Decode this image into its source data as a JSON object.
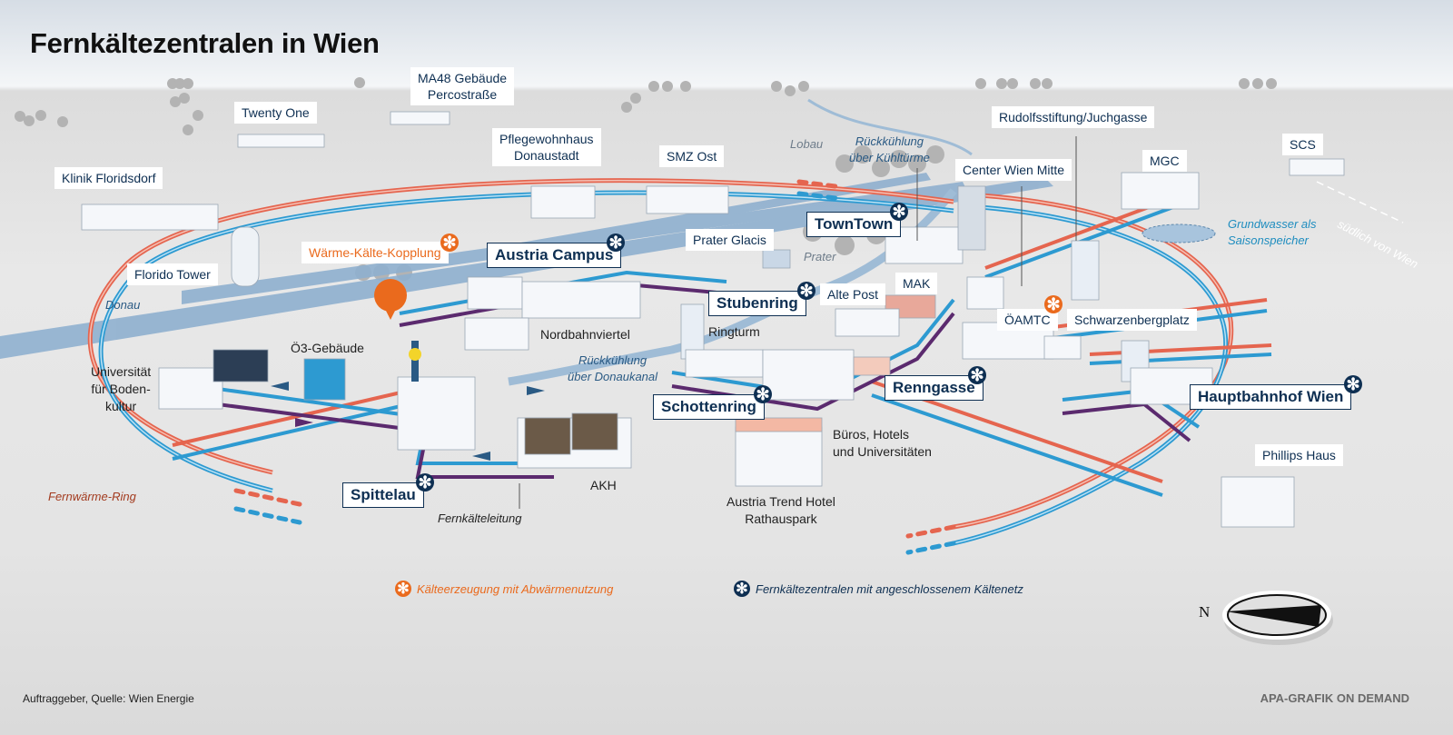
{
  "title": "Fernkältezentralen in Wien",
  "colors": {
    "navy": "#0e2f52",
    "orange": "#ea6a1d",
    "heat_ring_red": "#e5654f",
    "cold_blue": "#2d9ad1",
    "return_purple": "#5b2a6e",
    "river": "#8fb0cf"
  },
  "places": {
    "twenty_one": "Twenty One",
    "ma48_line1": "MA48 Gebäude",
    "ma48_line2": "Percostraße",
    "pflegewohnhaus_line1": "Pflegewohnhaus",
    "pflegewohnhaus_line2": "Donaustadt",
    "smz_ost": "SMZ Ost",
    "klinik_floridsdorf": "Klinik Floridsdorf",
    "florido_tower": "Florido Tower",
    "prater_glacis": "Prater Glacis",
    "center_wien_mitte": "Center Wien Mitte",
    "rudolfsstiftung": "Rudolfsstiftung/Juchgasse",
    "mgc": "MGC",
    "scs": "SCS",
    "mak": "MAK",
    "alte_post": "Alte Post",
    "oeamtc": "ÖAMTC",
    "schwarzenbergplatz": "Schwarzenbergplatz",
    "phillips_haus": "Phillips Haus",
    "nordbahnviertel": "Nordbahnviertel",
    "ringturm": "Ringturm",
    "oe3": "Ö3-Gebäude",
    "boku_line1": "Universität",
    "boku_line2": "für Boden-",
    "boku_line3": "kultur",
    "akh": "AKH",
    "bueros_line1": "Büros, Hotels",
    "bueros_line2": "und Universitäten",
    "trend_line1": "Austria Trend Hotel",
    "trend_line2": "Rathauspark"
  },
  "centrals": {
    "towntown": "TownTown",
    "austria_campus": "Austria Campus",
    "stubenring": "Stubenring",
    "renngasse": "Renngasse",
    "schottenring": "Schottenring",
    "hauptbahnhof": "Hauptbahnhof Wien",
    "spittelau": "Spittelau"
  },
  "special_label": "Wärme-Kälte-Kopplung",
  "annotations": {
    "lobau": "Lobau",
    "prater": "Prater",
    "donau": "Donau",
    "rueck_kuehl_1": "Rückkühlung",
    "rueck_kuehl_2": "über Kühltürme",
    "rueck_donau_1": "Rückkühlung",
    "rueck_donau_2": "über Donaukanal",
    "grundwasser_1": "Grundwasser als",
    "grundwasser_2": "Saisonspeicher",
    "suedlich": "südlich von Wien",
    "fernwaerme_ring": "Fernwärme-Ring",
    "fernkaelteleitung": "Fernkälteleitung"
  },
  "symbols": {
    "star": "✻",
    "north": "N"
  },
  "legend": [
    {
      "symbol": "orange-star",
      "label": "Kälteerzeugung mit Abwärmenutzung"
    },
    {
      "symbol": "navy-star",
      "label": "Fernkältezentralen mit angeschlossenem Kältenetz"
    }
  ],
  "footer": {
    "source": "Auftraggeber, Quelle: Wien Energie",
    "credit": "APA-GRAFIK ON DEMAND"
  }
}
